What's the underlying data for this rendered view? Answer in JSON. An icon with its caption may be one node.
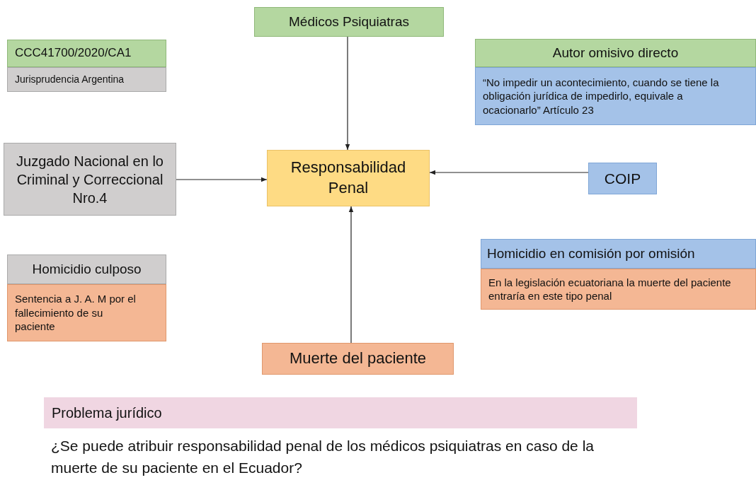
{
  "diagram": {
    "nodes": [
      {
        "text": [
          "Médicos Psiquiatras"
        ]
      },
      {
        "text": [
          "CCC41700/2020/CA1"
        ]
      },
      {
        "text": [
          "Jurisprudencia Argentina"
        ]
      },
      {
        "text": [
          "Autor omisivo directo"
        ]
      },
      {
        "text": [
          "“No impedir un acontecimiento, cuando se tiene la obligación jurídica de impedirlo, equivale a ocacionarlo” Artículo 23"
        ]
      },
      {
        "text": [
          "Juzgado Nacional en lo Criminal y Correccional Nro.4"
        ]
      },
      {
        "text": [
          "Responsabilidad Penal"
        ]
      },
      {
        "text": [
          "COIP"
        ]
      },
      {
        "text": [
          "Homicidio en comisión por omisión"
        ]
      },
      {
        "text": [
          "En la legislación ecuatoriana la muerte del paciente entraría en este tipo penal"
        ]
      },
      {
        "text": [
          "Homicidio culposo"
        ]
      },
      {
        "text": [
          "Sentencia a J. A. M por el fallecimiento de su paciente"
        ]
      },
      {
        "text": [
          "Muerte del paciente"
        ]
      },
      {
        "text": [
          "Problema jurídico"
        ]
      }
    ],
    "edges": [
      {
        "from": 0,
        "to": 6,
        "arrow": "to"
      },
      {
        "from": 5,
        "to": 6,
        "arrow": "to"
      },
      {
        "from": 7,
        "to": 6,
        "arrow": "to"
      },
      {
        "from": 12,
        "to": 6,
        "arrow": "to"
      }
    ],
    "labels": [
      "¿Se puede atribuir responsabilidad penal de los médicos psiquiatras en caso de la muerte de su paciente en el Ecuador?"
    ]
  }
}
